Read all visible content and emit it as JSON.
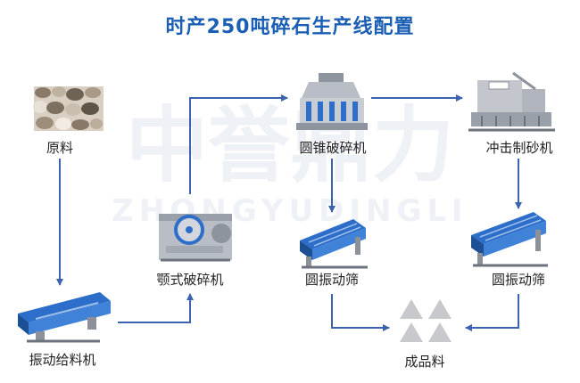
{
  "title": "时产250吨碎石生产线配置",
  "watermark": {
    "main": "中誉鼎力",
    "sub": "ZHONGYUDINGLI"
  },
  "nodes": {
    "raw": {
      "label": "原料",
      "icon": "stone-pile-icon"
    },
    "feeder": {
      "label": "振动给料机",
      "icon": "vibrating-feeder-icon"
    },
    "jaw": {
      "label": "颚式破碎机",
      "icon": "jaw-crusher-icon"
    },
    "cone": {
      "label": "圆锥破碎机",
      "icon": "cone-crusher-icon"
    },
    "impact": {
      "label": "冲击制砂机",
      "icon": "sand-maker-icon"
    },
    "screen1": {
      "label": "圆振动筛",
      "icon": "vibrating-screen-icon"
    },
    "screen2": {
      "label": "圆振动筛",
      "icon": "vibrating-screen-icon"
    },
    "product": {
      "label": "成品料",
      "icon": "product-pile-icon"
    }
  },
  "colors": {
    "title": "#1b5fb5",
    "arrow": "#3c63ad",
    "watermark": "#eef1f5",
    "machine_blue": "#2c6ec9",
    "machine_gray": "#b9bec6",
    "product": "#c7c9cc"
  }
}
